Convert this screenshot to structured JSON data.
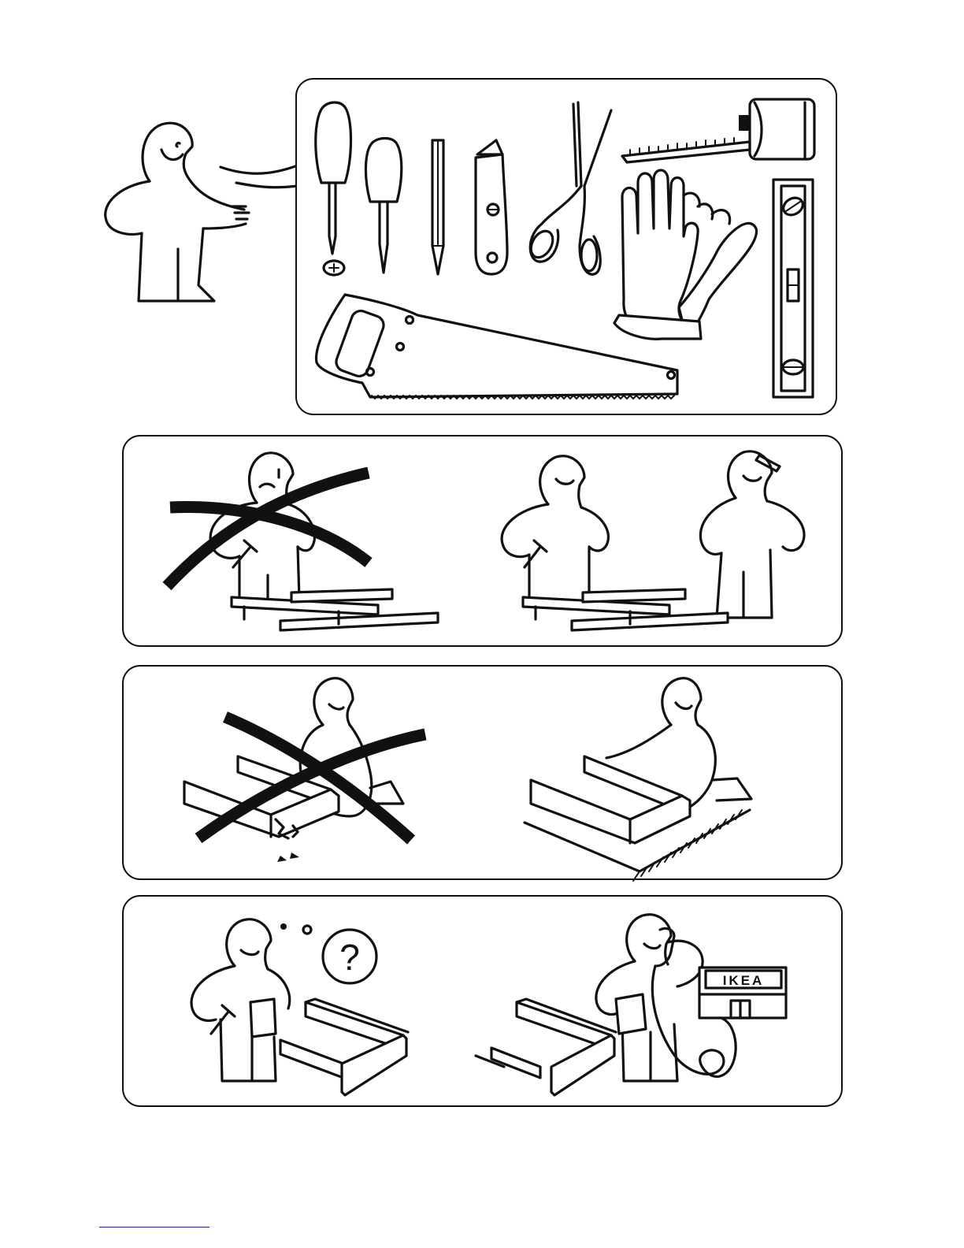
{
  "store_sign": {
    "label": "IKEA"
  },
  "question_bubble": {
    "symbol": "?"
  },
  "tools": [
    {
      "name": "phillips-screwdriver",
      "icon": "phillips-screwdriver-icon"
    },
    {
      "name": "flat-screwdriver",
      "icon": "flat-screwdriver-icon"
    },
    {
      "name": "pencil",
      "icon": "pencil-icon"
    },
    {
      "name": "utility-knife",
      "icon": "utility-knife-icon"
    },
    {
      "name": "scissors",
      "icon": "scissors-icon"
    },
    {
      "name": "tape-measure",
      "icon": "tape-measure-icon"
    },
    {
      "name": "gloves",
      "icon": "gloves-icon"
    },
    {
      "name": "spirit-level",
      "icon": "spirit-level-icon"
    },
    {
      "name": "hand-saw",
      "icon": "hand-saw-icon"
    }
  ],
  "colors": {
    "ink": "#111111",
    "paper": "#ffffff",
    "link": "#1a1ad6"
  }
}
